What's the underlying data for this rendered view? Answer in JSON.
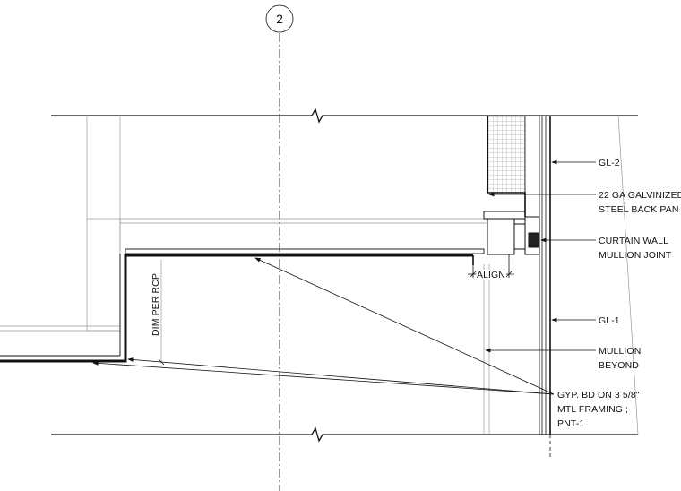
{
  "grid_bubble": {
    "label": "2"
  },
  "labels": {
    "gl2": "GL-2",
    "back_pan_1": "22 GA GALVINIZED",
    "back_pan_2": "STEEL BACK PAN",
    "mullion_joint_1": "CURTAIN WALL",
    "mullion_joint_2": "MULLION JOINT",
    "align": "ALIGN",
    "dim": "DIM PER RCP",
    "gl1": "GL-1",
    "mullion_beyond_1": "MULLION",
    "mullion_beyond_2": "BEYOND",
    "gyp_1": "GYP. BD ON 3 5/8\"",
    "gyp_2": "MTL FRAMING ;",
    "gyp_3": "PNT-1"
  }
}
